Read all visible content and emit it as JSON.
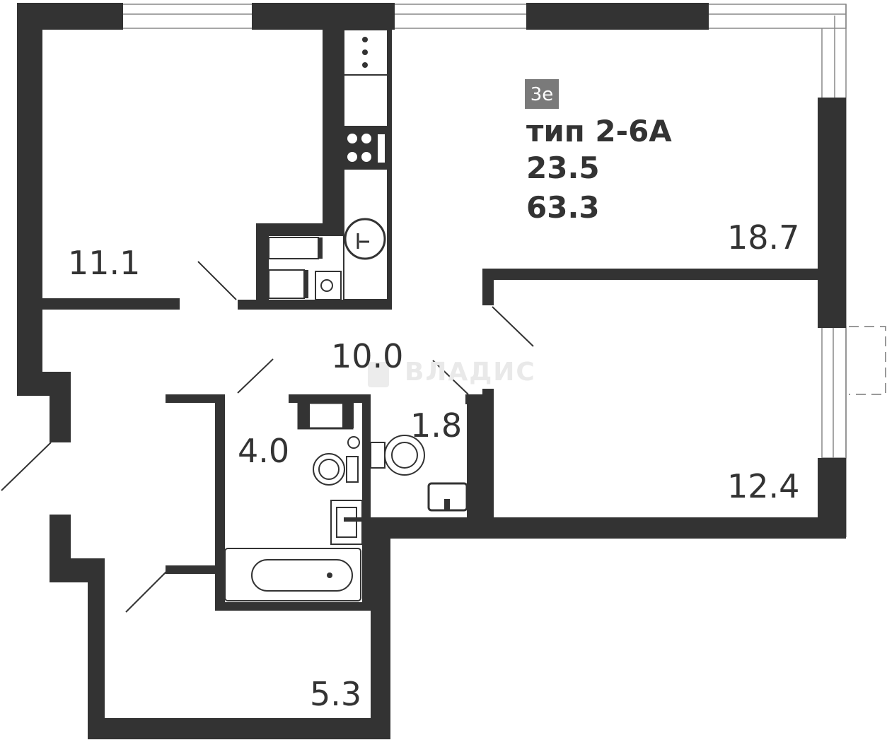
{
  "badge": {
    "text": "3e",
    "color": "#7a7a7a"
  },
  "plan_info": {
    "type": "тип 2-6А",
    "living_area": "23.5",
    "total_area": "63.3"
  },
  "rooms": [
    {
      "id": "bedroom-left",
      "area": "11.1"
    },
    {
      "id": "kitchen-living",
      "area": "18.7"
    },
    {
      "id": "hall",
      "area": "10.0"
    },
    {
      "id": "bedroom-right",
      "area": "12.4"
    },
    {
      "id": "bathroom",
      "area": "4.0"
    },
    {
      "id": "toilet",
      "area": "1.8"
    },
    {
      "id": "entry-hall",
      "area": "5.3"
    }
  ],
  "watermark": {
    "text": "ВЛАДИС"
  },
  "colors": {
    "wall": "#333333",
    "background": "#ffffff"
  }
}
